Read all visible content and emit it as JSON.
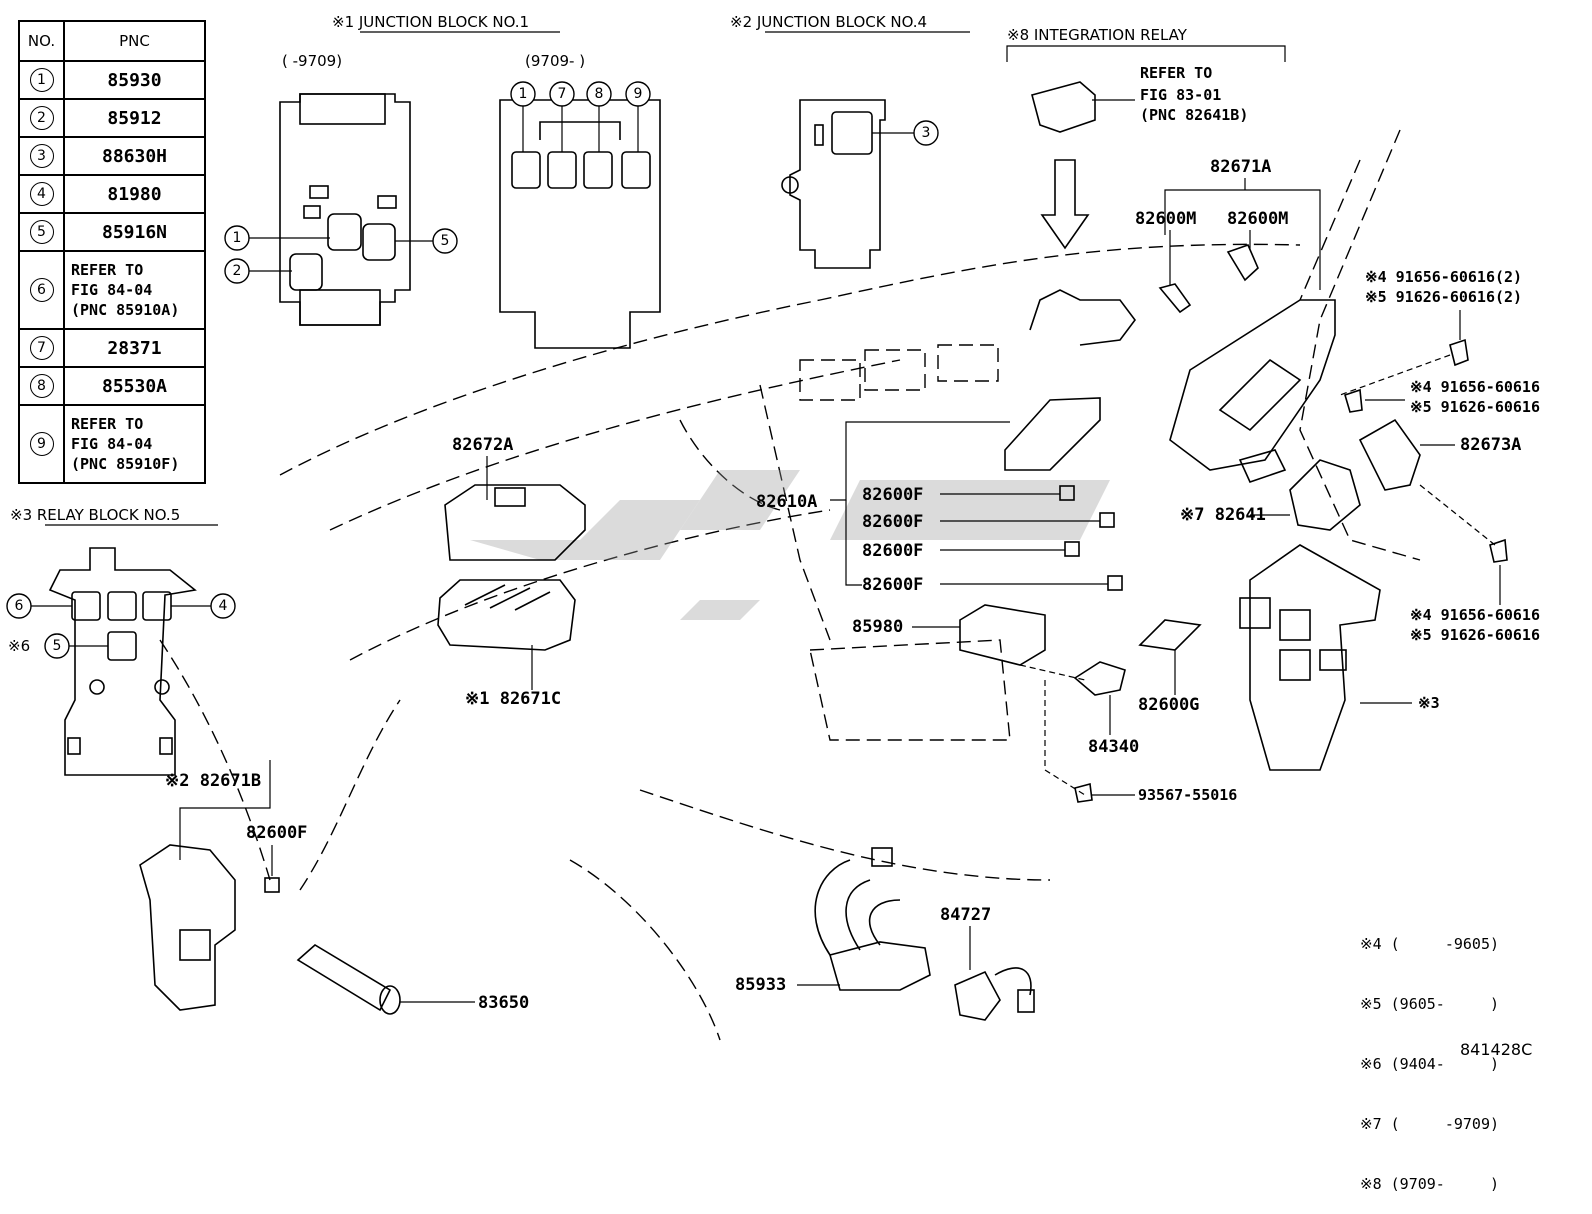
{
  "table": {
    "header_no": "NO.",
    "header_pnc": "PNC",
    "rows": [
      {
        "no": "1",
        "pnc": "85930"
      },
      {
        "no": "2",
        "pnc": "85912"
      },
      {
        "no": "3",
        "pnc": "88630H"
      },
      {
        "no": "4",
        "pnc": "81980"
      },
      {
        "no": "5",
        "pnc": "85916N"
      },
      {
        "no": "6",
        "pnc": "REFER TO\nFIG 84-04\n(PNC 85910A)"
      },
      {
        "no": "7",
        "pnc": "28371"
      },
      {
        "no": "8",
        "pnc": "85530A"
      },
      {
        "no": "9",
        "pnc": "REFER TO\nFIG 84-04\n(PNC 85910F)"
      }
    ]
  },
  "sections": {
    "jb1_title": "※1 JUNCTION BLOCK NO.1",
    "jb1_left_range": "(    -9709)",
    "jb1_right_range": "(9709-    )",
    "jb4_title": "※2 JUNCTION BLOCK NO.4",
    "ir_title": "※8 INTEGRATION RELAY",
    "ir_ref_1": "REFER TO",
    "ir_ref_2": "FIG 83-01",
    "ir_ref_3": "(PNC 82641B)",
    "rb5_title": "※3 RELAY BLOCK NO.5",
    "rb5_note": "※6"
  },
  "parts": {
    "p82671A": "82671A",
    "p82600M_1": "82600M",
    "p82600M_2": "82600M",
    "p82672A": "82672A",
    "p82610A": "82610A",
    "p82600F_1": "82600F",
    "p82600F_2": "82600F",
    "p82600F_3": "82600F",
    "p82600F_4": "82600F",
    "p82671C": "※1 82671C",
    "p85980": "85980",
    "p84340": "84340",
    "p82600G": "82600G",
    "p82673A": "82673A",
    "p82641": "※7 82641",
    "bolt1_a": "※4 91656-60616(2)",
    "bolt1_b": "※5 91626-60616(2)",
    "bolt2_a": "※4 91656-60616",
    "bolt2_b": "※5 91626-60616",
    "bolt3_a": "※4 91656-60616",
    "bolt3_b": "※5 91626-60616",
    "p3": "※3",
    "p93567": "93567-55016",
    "p82671B": "※2 82671B",
    "p82600F_5": "82600F",
    "p83650": "83650",
    "p85933": "85933",
    "p84727": "84727"
  },
  "notes": [
    "※4 (     -9605)",
    "※5 (9605-     )",
    "※6 (9404-     )",
    "※7 (     -9709)",
    "※8 (9709-     )"
  ],
  "figure_id": "841428C"
}
